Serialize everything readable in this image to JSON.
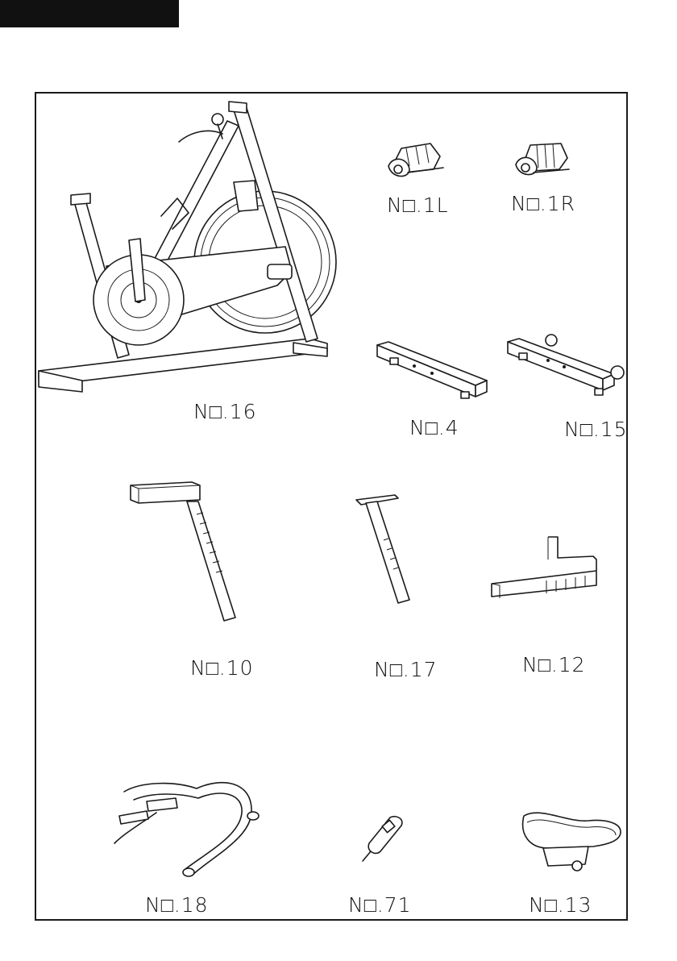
{
  "page": {
    "colors": {
      "ink": "#1a1a1a",
      "background": "#ffffff",
      "tab": "#111111"
    }
  },
  "parts": [
    {
      "label": "N□.16",
      "icon": "exercise-bike-frame"
    },
    {
      "label": "N□.1L",
      "icon": "left-pedal"
    },
    {
      "label": "N□.1R",
      "icon": "right-pedal"
    },
    {
      "label": "N□.4",
      "icon": "rear-stabilizer"
    },
    {
      "label": "N□.15",
      "icon": "front-stabilizer-wheels"
    },
    {
      "label": "N□.10",
      "icon": "handlebar-post"
    },
    {
      "label": "N□.17",
      "icon": "seat-post"
    },
    {
      "label": "N□.12",
      "icon": "seat-slider"
    },
    {
      "label": "N□.18",
      "icon": "handlebar"
    },
    {
      "label": "N□.71",
      "icon": "tension-knob"
    },
    {
      "label": "N□.13",
      "icon": "saddle"
    }
  ]
}
